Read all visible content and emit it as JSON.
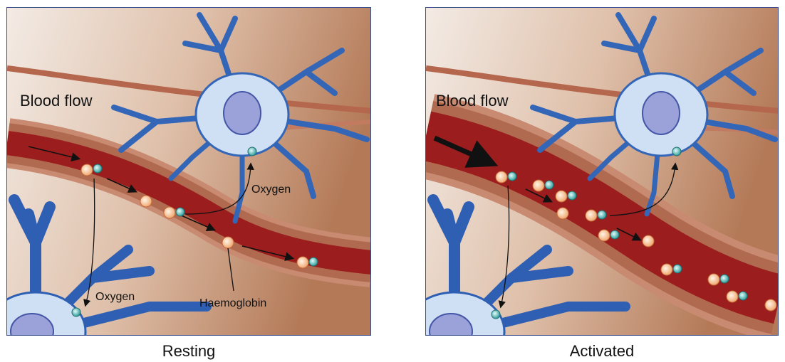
{
  "panels": {
    "resting": {
      "caption": "Resting",
      "blood_flow": "Blood flow",
      "oxygen_top": "Oxygen",
      "oxygen_bottom": "Oxygen",
      "haemoglobin": "Haemoglobin"
    },
    "activated": {
      "caption": "Activated",
      "blood_flow": "Blood flow"
    }
  },
  "colors": {
    "tissue_light": "#efe4dc",
    "tissue_dark": "#b47a58",
    "vessel_outer": "#c9826a",
    "vessel_inner": "#9b1d1d",
    "neuron_fill": "#cfe0f5",
    "neuron_edge": "#2f5fb3",
    "rbc": "#f5b07a",
    "oxygen": "#2f9d9a"
  }
}
